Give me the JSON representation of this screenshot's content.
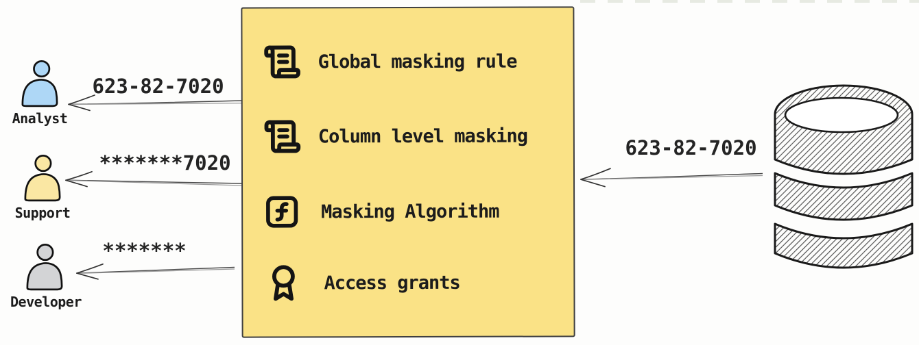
{
  "personas": [
    {
      "name": "Analyst",
      "flow_label": "623-82-7020",
      "avatar_fill": "#aed7f6"
    },
    {
      "name": "Support",
      "flow_label": "*******7020",
      "avatar_fill": "#fae7a3"
    },
    {
      "name": "Developer",
      "flow_label": "*******",
      "avatar_fill": "#d3d4d6"
    }
  ],
  "masking_box": {
    "bg_color": "#fae286",
    "border_color": "#3f3f3f",
    "items": [
      {
        "icon": "scroll-text-icon",
        "label": "Global masking rule"
      },
      {
        "icon": "scroll-text-icon",
        "label": "Column level masking"
      },
      {
        "icon": "function-square-icon",
        "label": "Masking Algorithm"
      },
      {
        "icon": "award-icon",
        "label": "Access grants"
      }
    ]
  },
  "database": {
    "icon": "database-icon",
    "flow_label": "623-82-7020"
  },
  "ink_color": "#1c1c1c"
}
